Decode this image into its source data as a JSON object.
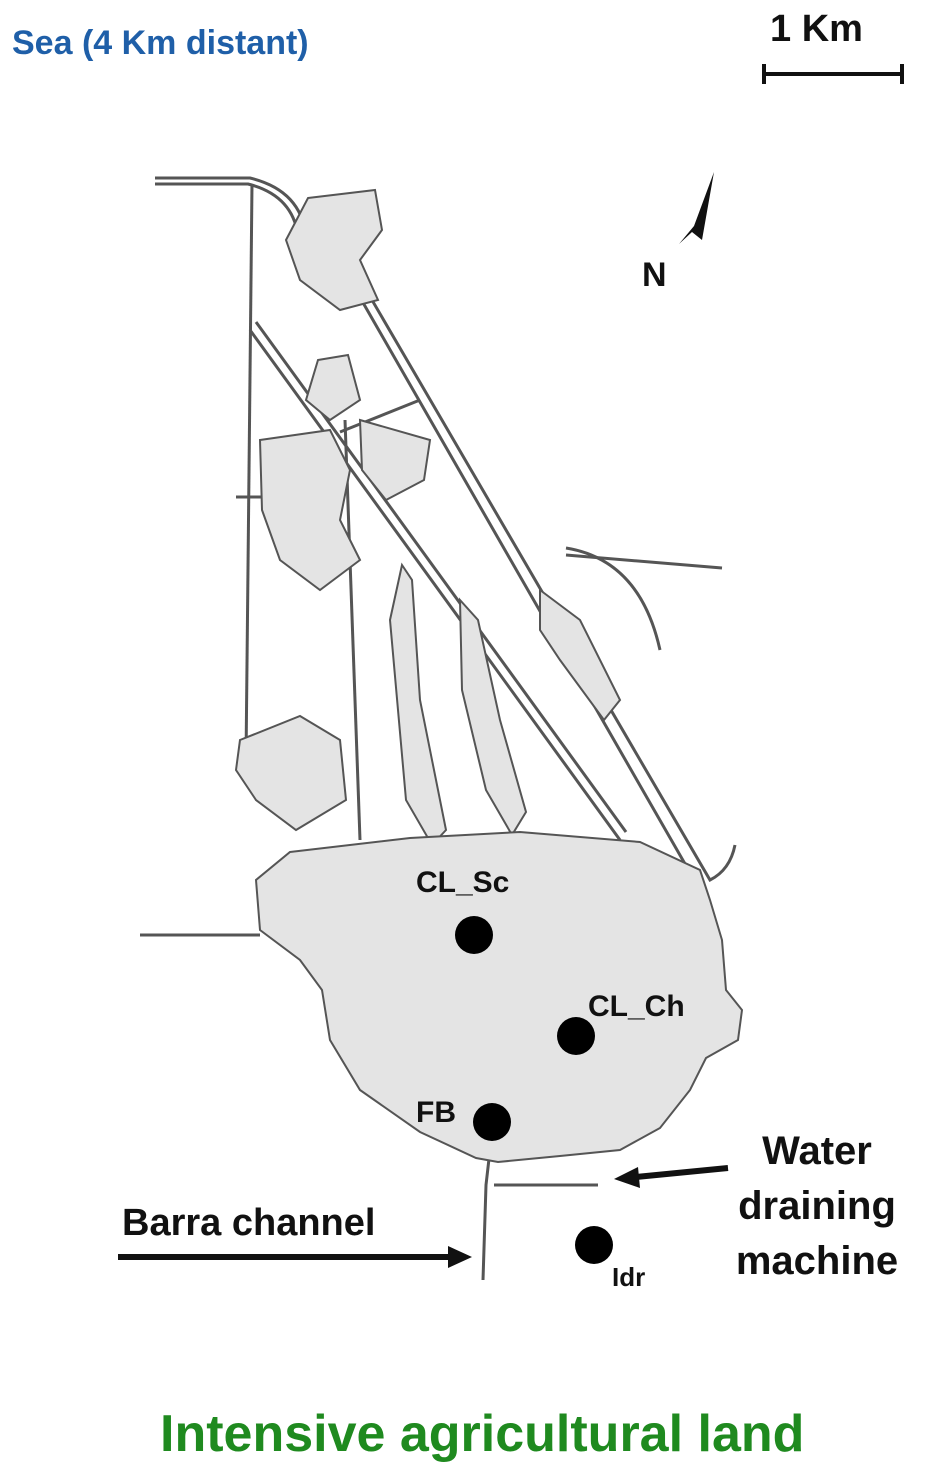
{
  "map": {
    "sea_label": "Sea (4 Km distant)",
    "scale_label": "1 Km",
    "north_label": "N",
    "bottom_label": "Intensive agricultural land",
    "colors": {
      "water": "#e4e4e4",
      "outline": "#555555",
      "sea_text": "#1f5fa8",
      "land_text": "#1f8a1f"
    }
  },
  "sites": [
    {
      "id": "clsc",
      "label": "CL_Sc"
    },
    {
      "id": "clch",
      "label": "CL_Ch"
    },
    {
      "id": "fb",
      "label": "FB"
    },
    {
      "id": "idr",
      "label": "Idr"
    }
  ],
  "annotations": {
    "barra_channel": "Barra channel",
    "water_machine": "Water draining machine"
  }
}
